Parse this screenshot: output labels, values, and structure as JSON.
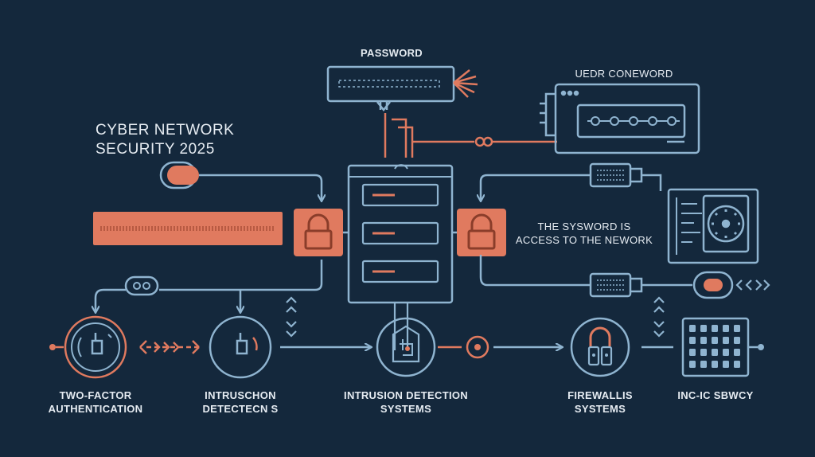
{
  "title": {
    "line1": "CYBER NETWORK",
    "line2": "SECURITY 2025"
  },
  "password_label": "PASSWORD",
  "user_password_label": "UEDR CONEWORD",
  "access_note": {
    "line1": "THE SYSWORD IS",
    "line2": "ACCESS TO THE NEWORK"
  },
  "nodes": [
    {
      "id": "two-factor",
      "line1": "TWO-FACTOR",
      "line2": "AUTHENTICATION",
      "icon": "lock-key-icon"
    },
    {
      "id": "intrusion",
      "line1": "INTRUSCHON",
      "line2": "DETECTECN S",
      "icon": "lock-key-icon"
    },
    {
      "id": "ids",
      "line1": "INTRUSION DETECTION",
      "line2": "SYSTEMS",
      "icon": "shield-circuit-icon"
    },
    {
      "id": "firewall",
      "line1": "FIREWALLIS",
      "line2": "SYSTEMS",
      "icon": "padlock-icon"
    },
    {
      "id": "encryption",
      "line1": "INC-IC SBWCY",
      "line2": "",
      "icon": "key-grid-icon"
    }
  ],
  "colors": {
    "background": "#14283c",
    "line_blue": "#8fb4d0",
    "accent_orange": "#e07a5f",
    "text": "#e6ecf2"
  }
}
